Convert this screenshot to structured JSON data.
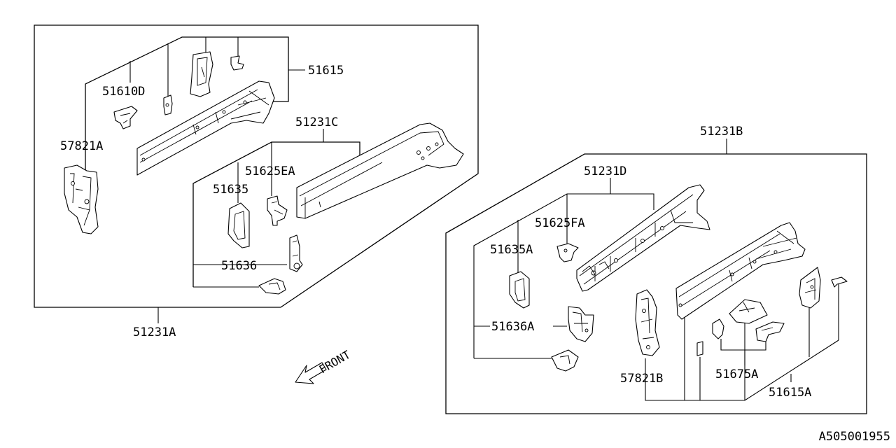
{
  "labels": {
    "p51231A": "51231A",
    "p51610D": "51610D",
    "p51615": "51615",
    "p57821A": "57821A",
    "p51231C": "51231C",
    "p51625EA": "51625EA",
    "p51635": "51635",
    "p51636": "51636",
    "p51231B": "51231B",
    "p51231D": "51231D",
    "p51625FA": "51625FA",
    "p51635A": "51635A",
    "p51636A": "51636A",
    "p57821B": "57821B",
    "p51675A": "51675A",
    "p51615A": "51615A"
  },
  "front_label": "FRONT",
  "diagram_code": "A505001955"
}
